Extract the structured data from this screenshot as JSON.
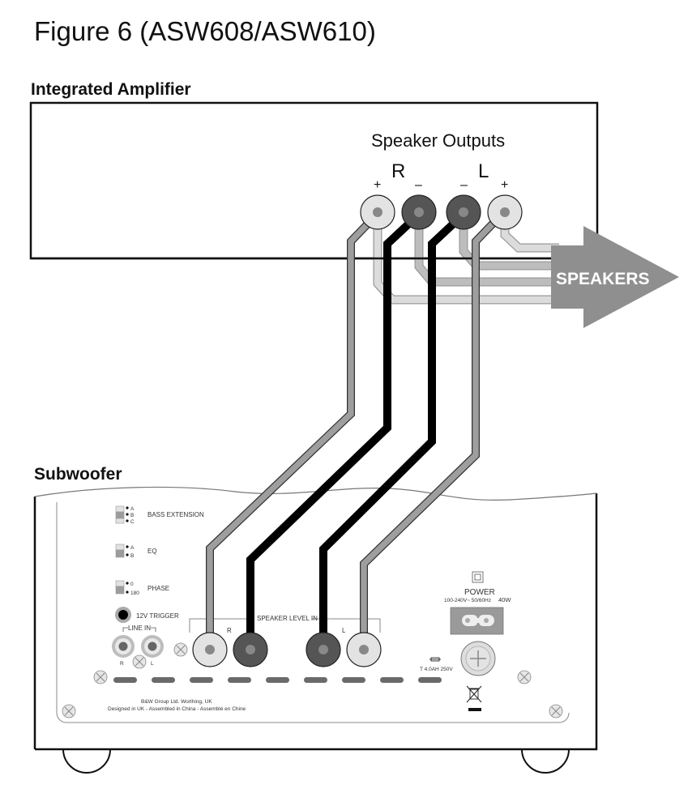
{
  "figure": {
    "title": "Figure 6  (ASW608/ASW610)"
  },
  "amplifier": {
    "heading": "Integrated Amplifier",
    "outputs_label": "Speaker Outputs",
    "channel_right": "R",
    "channel_left": "L",
    "terminals": [
      {
        "channel": "R",
        "polarity": "+",
        "label": "+"
      },
      {
        "channel": "R",
        "polarity": "-",
        "label": "–"
      },
      {
        "channel": "L",
        "polarity": "-",
        "label": "–"
      },
      {
        "channel": "L",
        "polarity": "+",
        "label": "+"
      }
    ],
    "speakers_arrow_label": "SPEAKERS"
  },
  "subwoofer": {
    "heading": "Subwoofer",
    "switches": [
      {
        "name": "BASS EXTENSION",
        "positions": [
          "A",
          "B",
          "C"
        ],
        "selected": "B"
      },
      {
        "name": "EQ",
        "positions": [
          "A",
          "B"
        ],
        "selected": "B"
      },
      {
        "name": "PHASE",
        "positions": [
          "0",
          "180"
        ],
        "selected": "180"
      }
    ],
    "trigger_label": "12V TRIGGER",
    "line_in": {
      "label": "LINE IN",
      "right": "R",
      "left": "L"
    },
    "speaker_level_in": {
      "label": "SPEAKER LEVEL IN",
      "right": "R",
      "left": "L"
    },
    "power": {
      "label": "POWER",
      "spec": "100-240V~  50/60Hz",
      "wattage": "40W"
    },
    "fuse_label": "T 4.0AH  250V",
    "manufacturer_line1": "B&W Group Ltd.  Worthing, UK",
    "manufacturer_line2": "Designed in UK - Assembled in China - Assemblé en Chine"
  },
  "colors": {
    "positive_terminal": "#e3e3e3",
    "negative_terminal": "#555555",
    "positive_wire": "#9e9e9e",
    "negative_wire": "#000000",
    "speaker_wire_light": "#dcdcdc",
    "speaker_wire_mid": "#bdbdbd",
    "arrow": "#8f8f8f"
  }
}
